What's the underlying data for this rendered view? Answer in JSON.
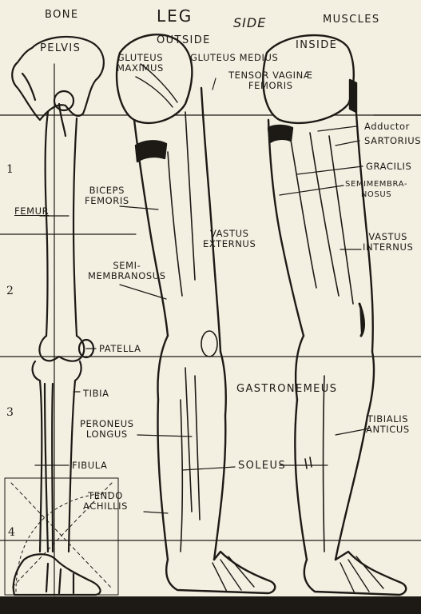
{
  "title": {
    "bone": "BONE",
    "leg": "LEG",
    "side": "SIDE",
    "muscles": "MUSCLES",
    "outside": "OUTSIDE",
    "inside": "INSIDE"
  },
  "section_numbers": [
    "1",
    "2",
    "3",
    "4"
  ],
  "bone_labels": {
    "pelvis": "PELVIS",
    "femur": "FEMUR",
    "patella": "PATELLA",
    "tibia": "TIBIA",
    "fibula": "FIBULA"
  },
  "outside_labels": {
    "gluteus_maximus": [
      "GLUTEUS",
      "MAXIMUS"
    ],
    "gluteus_medius": "GLUTEUS MEDIUS",
    "tensor_vaginae_femoris": [
      "TENSOR VAGINÆ",
      "FEMORIS"
    ],
    "biceps_femoris": [
      "BICEPS",
      "FEMORIS"
    ],
    "vastus_externus": [
      "VASTUS",
      "EXTERNUS"
    ],
    "semimembranosus": [
      "SEMI-",
      "MEMBRANOSUS"
    ],
    "peroneus_longus": [
      "PERONEUS",
      "LONGUS"
    ],
    "tendo_achillis": [
      "TENDO",
      "ACHILLIS"
    ],
    "soleus": "SOLEUS",
    "gastronemeus": "GASTRONEMEUS"
  },
  "inside_labels": {
    "adductor": "Adductor",
    "sartorius": "SARTORIUS",
    "gracilis": "GRACILIS",
    "semimembranosus": [
      "SEMIMEMBRA-",
      "NOSUS"
    ],
    "vastus_internus": [
      "VASTUS",
      "INTERNUS"
    ],
    "tibialis_anticus": [
      "TIBIALIS",
      "ANTICUS"
    ]
  },
  "colors": {
    "paper": "#f3efe1",
    "ink": "#1d1a16"
  }
}
